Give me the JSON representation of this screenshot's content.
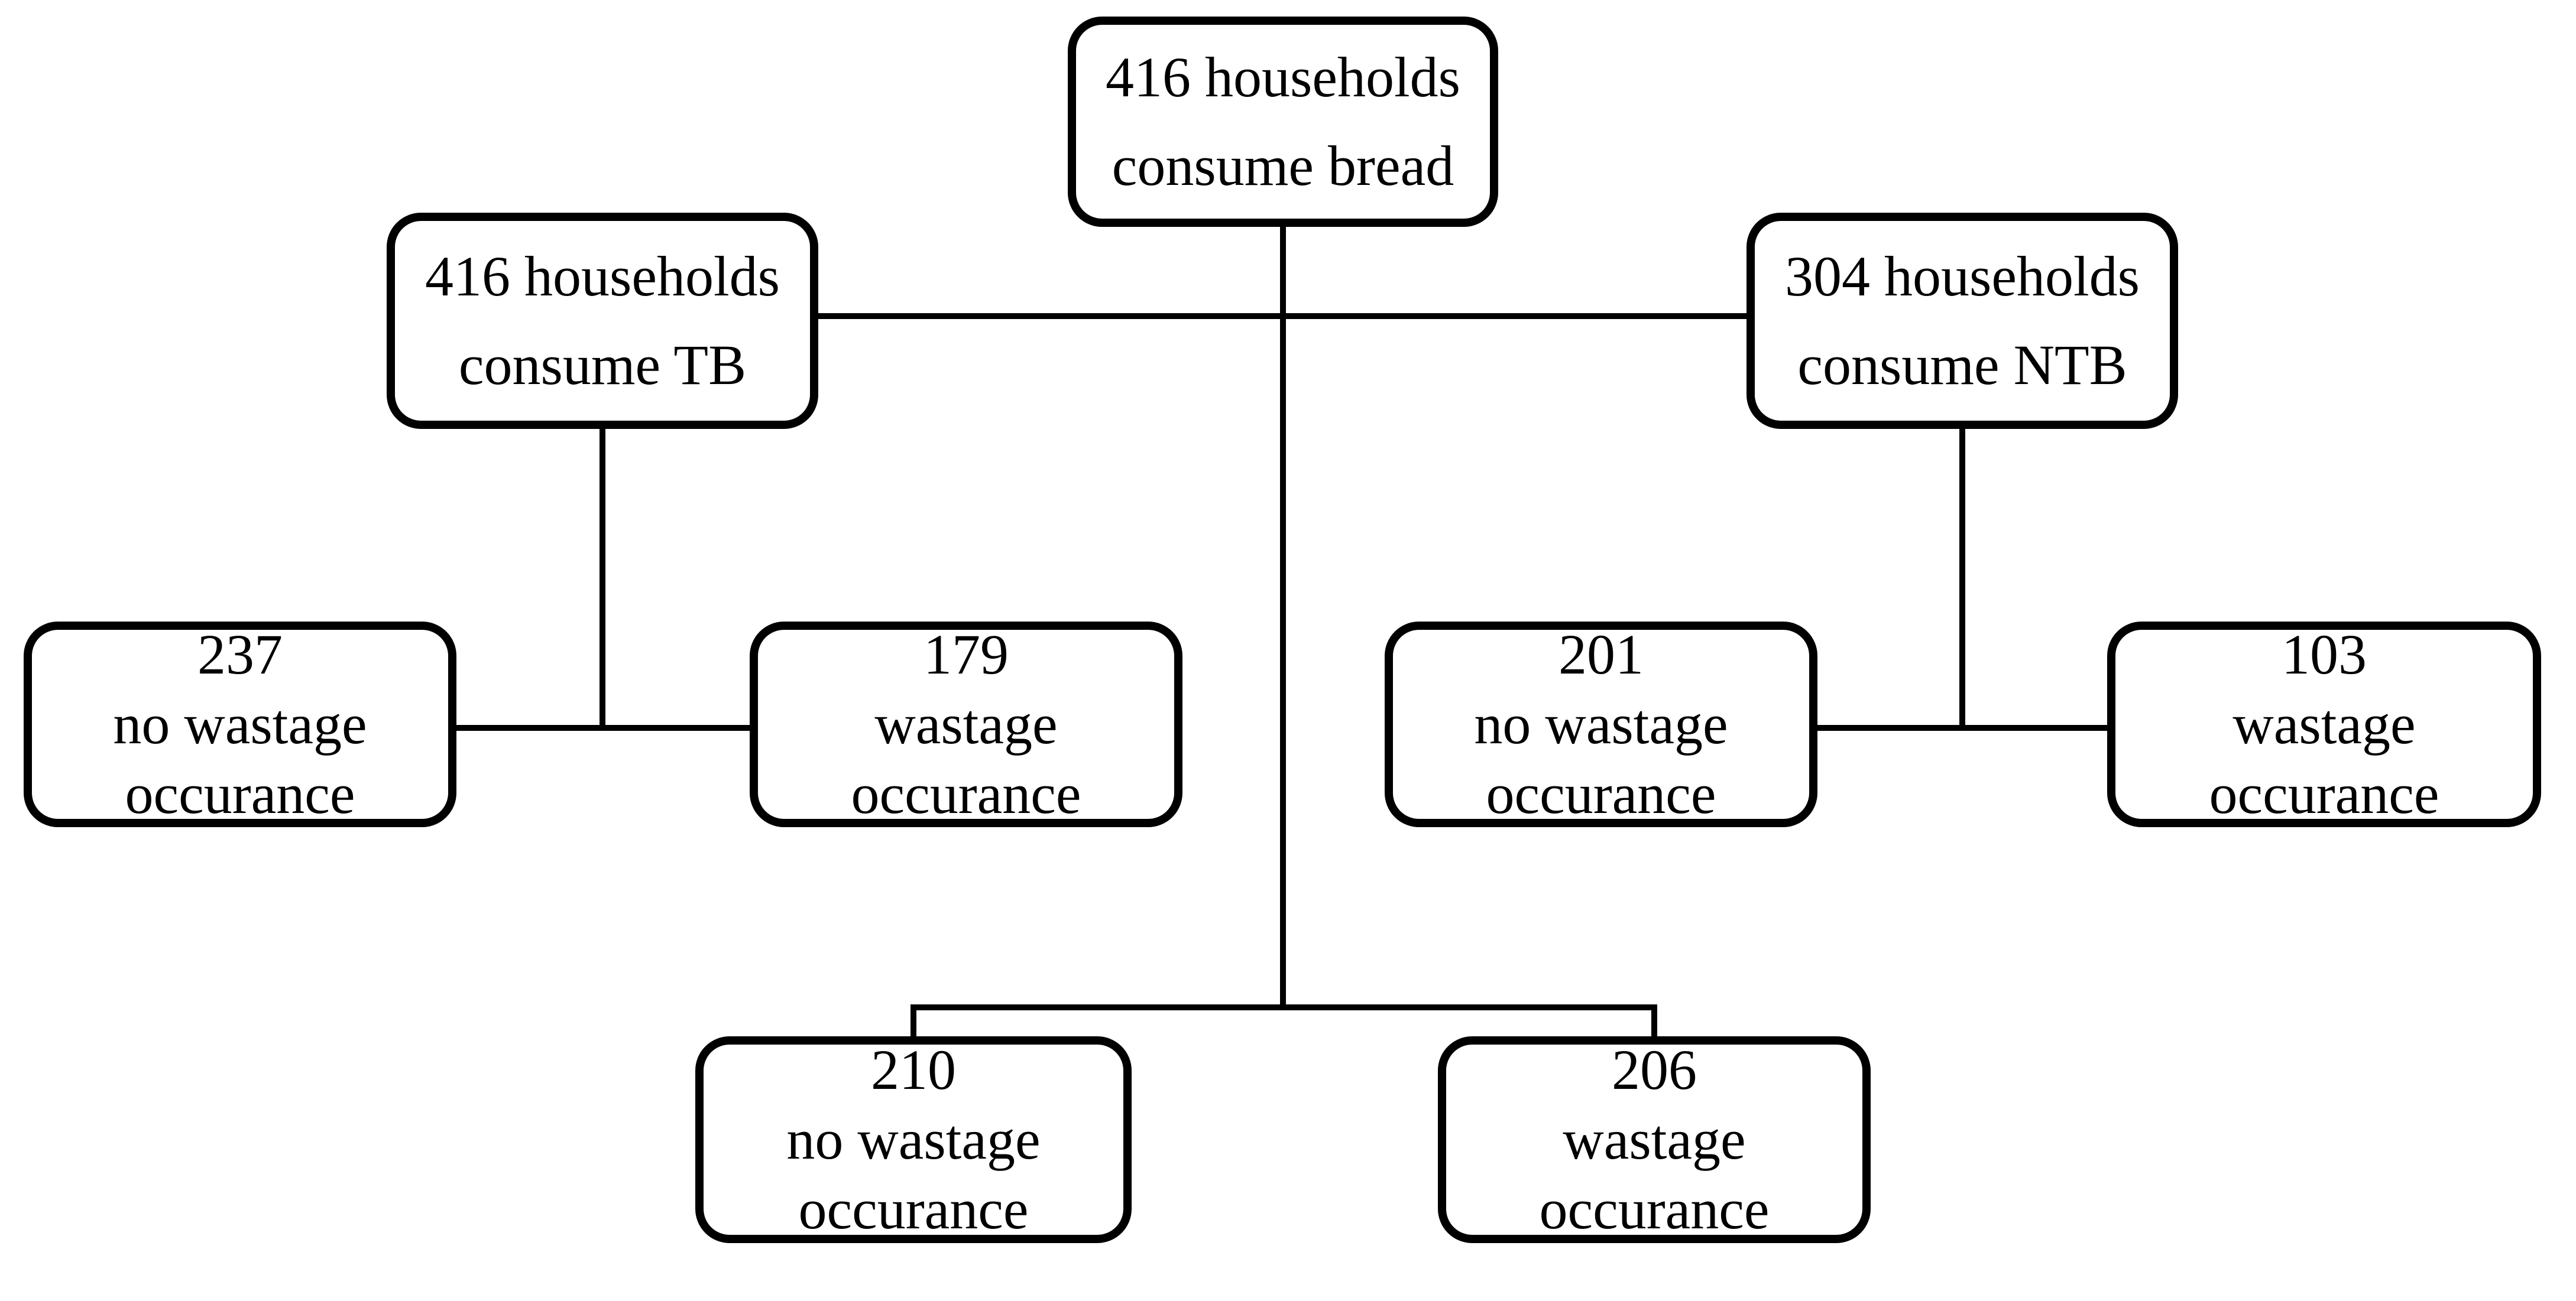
{
  "diagram": {
    "type": "flowchart",
    "background": "#ffffff",
    "line_color": "#000000",
    "box_fill": "#ffffff",
    "text_color": "#000000",
    "nodes": {
      "bread": {
        "lines": [
          "416 households",
          "consume bread"
        ]
      },
      "tb": {
        "lines": [
          "416 households",
          "consume TB"
        ]
      },
      "ntb": {
        "lines": [
          "304 households",
          "consume NTB"
        ]
      },
      "tb_no": {
        "lines": [
          "237",
          "no wastage",
          "occurance"
        ]
      },
      "tb_w": {
        "lines": [
          "179",
          "wastage",
          "occurance"
        ]
      },
      "ntb_no": {
        "lines": [
          "201",
          "no wastage",
          "occurance"
        ]
      },
      "ntb_w": {
        "lines": [
          "103",
          "wastage",
          "occurance"
        ]
      },
      "bread_no": {
        "lines": [
          "210",
          "no wastage",
          "occurance"
        ]
      },
      "bread_w": {
        "lines": [
          "206",
          "wastage",
          "occurance"
        ]
      }
    },
    "edges": [
      [
        "bread",
        "tb"
      ],
      [
        "bread",
        "ntb"
      ],
      [
        "bread",
        "bread_no"
      ],
      [
        "bread",
        "bread_w"
      ],
      [
        "tb",
        "tb_no"
      ],
      [
        "tb",
        "tb_w"
      ],
      [
        "ntb",
        "ntb_no"
      ],
      [
        "ntb",
        "ntb_w"
      ]
    ]
  }
}
